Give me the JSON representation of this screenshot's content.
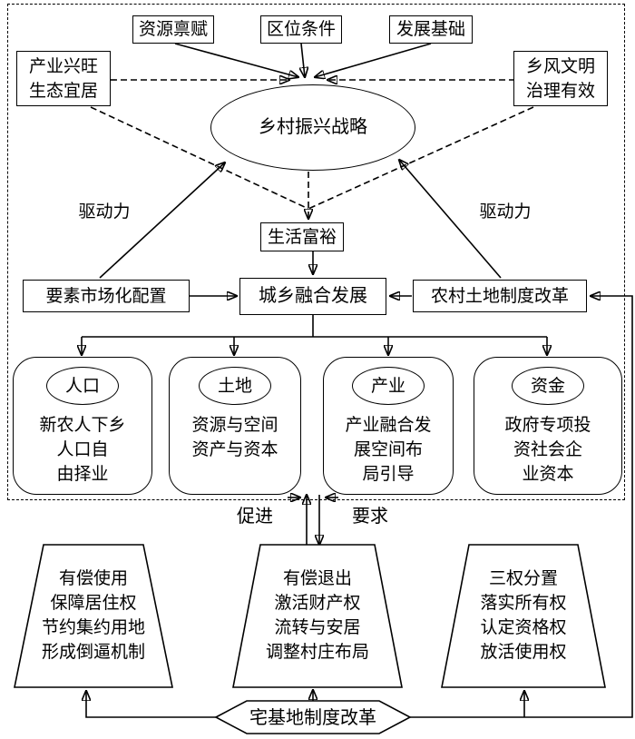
{
  "framework": {
    "factor_resource": "资源禀赋",
    "factor_location": "区位条件",
    "factor_development": "发展基础",
    "goal_industry_ecology": "产业兴旺\n生态宜居",
    "goal_civility_governance": "乡风文明\n治理有效",
    "strategy": "乡村振兴战略",
    "driver_left": "驱动力",
    "driver_right": "驱动力",
    "goal_life": "生活富裕",
    "market_allocation": "要素市场化配置",
    "integration": "城乡融合发展",
    "land_reform": "农村土地制度改革",
    "elements": [
      {
        "label": "人口",
        "text": "新农人下乡\n人口自\n由择业"
      },
      {
        "label": "土地",
        "text": "资源与空间\n资产与资本"
      },
      {
        "label": "产业",
        "text": "产业融合发\n展空间布\n局引导"
      },
      {
        "label": "资金",
        "text": "政府专项投\n资社会企\n业资本"
      }
    ]
  },
  "linkage": {
    "promote": "促进",
    "require": "要求"
  },
  "reform_measures": [
    {
      "text": "有偿使用\n保障居住权\n节约集约用地\n形成倒逼机制"
    },
    {
      "text": "有偿退出\n激活财产权\n流转与安居\n调整村庄布局"
    },
    {
      "text": "三权分置\n落实所有权\n认定资格权\n放活使用权"
    }
  ],
  "homestead": "宅基地制度改革"
}
